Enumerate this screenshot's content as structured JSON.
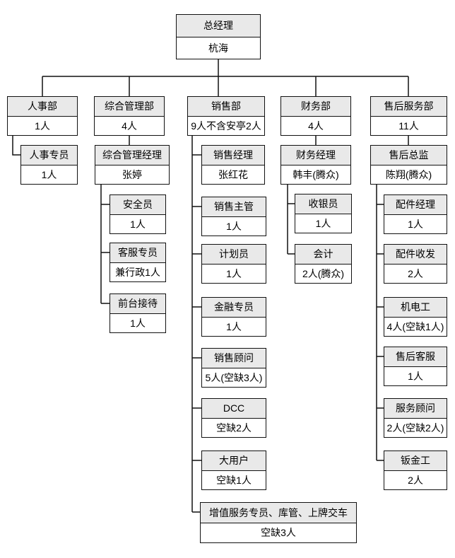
{
  "colors": {
    "header_bg": "#e9e9e9",
    "border": "#111111",
    "background": "#ffffff"
  },
  "nodes": {
    "gm": {
      "title": "总经理",
      "value": "杭海"
    },
    "hr_dept": {
      "title": "人事部",
      "value": "1人"
    },
    "admin_dept": {
      "title": "综合管理部",
      "value": "4人"
    },
    "sales_dept": {
      "title": "销售部",
      "value": "9人不含安亭2人"
    },
    "finance_dept": {
      "title": "财务部",
      "value": "4人"
    },
    "after_sales_dept": {
      "title": "售后服务部",
      "value": "11人"
    },
    "hr_specialist": {
      "title": "人事专员",
      "value": "1人"
    },
    "admin_manager": {
      "title": "综合管理经理",
      "value": "张婷"
    },
    "safety_officer": {
      "title": "安全员",
      "value": "1人"
    },
    "customer_service": {
      "title": "客服专员",
      "value": "兼行政1人"
    },
    "receptionist": {
      "title": "前台接待",
      "value": "1人"
    },
    "sales_manager": {
      "title": "销售经理",
      "value": "张红花"
    },
    "sales_supervisor": {
      "title": "销售主管",
      "value": "1人"
    },
    "planner": {
      "title": "计划员",
      "value": "1人"
    },
    "finance_specialist": {
      "title": "金融专员",
      "value": "1人"
    },
    "sales_consultant": {
      "title": "销售顾问",
      "value": "5人(空缺3人)"
    },
    "dcc": {
      "title": "DCC",
      "value": "空缺2人"
    },
    "key_account": {
      "title": "大用户",
      "value": "空缺1人"
    },
    "value_added": {
      "title": "增值服务专员、库管、上牌交车",
      "value": "空缺3人"
    },
    "finance_manager": {
      "title": "财务经理",
      "value": "韩丰(腾众)"
    },
    "cashier": {
      "title": "收银员",
      "value": "1人"
    },
    "accountant": {
      "title": "会计",
      "value": "2人(腾众)"
    },
    "after_sales_director": {
      "title": "售后总监",
      "value": "陈翔(腾众)"
    },
    "parts_manager": {
      "title": "配件经理",
      "value": "1人"
    },
    "parts_receiving": {
      "title": "配件收发",
      "value": "2人"
    },
    "mechanic": {
      "title": "机电工",
      "value": "4人(空缺1人)"
    },
    "after_sales_service": {
      "title": "售后客服",
      "value": "1人"
    },
    "service_advisor": {
      "title": "服务顾问",
      "value": "2人(空缺2人)"
    },
    "sheet_metal": {
      "title": "钣金工",
      "value": "2人"
    }
  }
}
